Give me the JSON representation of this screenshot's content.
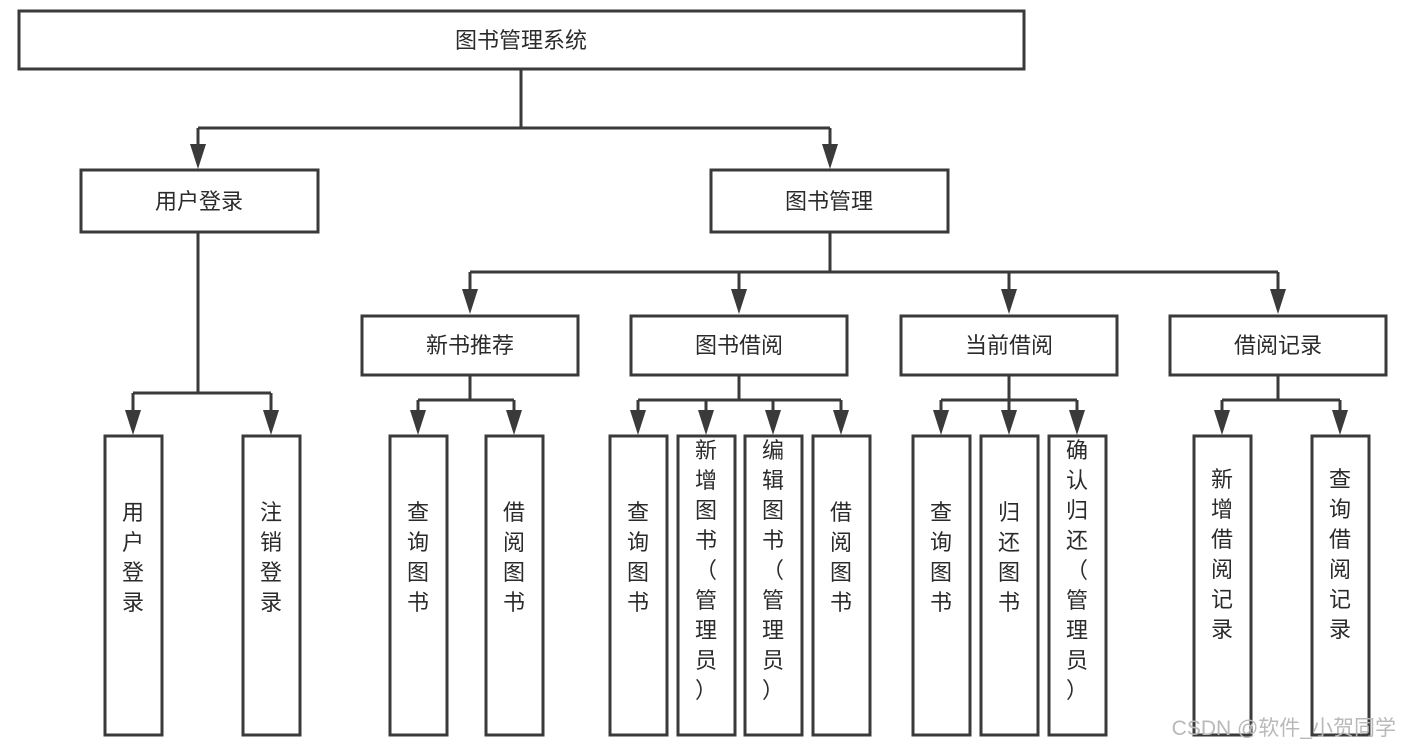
{
  "diagram": {
    "title": "图书管理系统",
    "type": "hierarchy-tree",
    "orientation": "top-down",
    "root": {
      "label": "图书管理系统",
      "level": 1
    },
    "level2": [
      {
        "label": "用户登录"
      },
      {
        "label": "图书管理"
      }
    ],
    "level3": [
      {
        "label": "新书推荐"
      },
      {
        "label": "图书借阅"
      },
      {
        "label": "当前借阅"
      },
      {
        "label": "借阅记录"
      }
    ],
    "leaves": {
      "user_login": [
        {
          "label": "用户登录"
        },
        {
          "label": "注销登录"
        }
      ],
      "new_book_recommend": [
        {
          "label": "查询图书"
        },
        {
          "label": "借阅图书"
        }
      ],
      "book_borrow": [
        {
          "label": "查询图书"
        },
        {
          "label": "新增图书（管理员）"
        },
        {
          "label": "编辑图书（管理员）"
        },
        {
          "label": "借阅图书"
        }
      ],
      "current_borrow": [
        {
          "label": "查询图书"
        },
        {
          "label": "归还图书"
        },
        {
          "label": "确认归还（管理员）"
        }
      ],
      "borrow_record": [
        {
          "label": "新增借阅记录"
        },
        {
          "label": "查询借阅记录"
        }
      ]
    }
  },
  "watermark": {
    "text": "CSDN @软件_小贺同学"
  },
  "colors": {
    "box_stroke": "#3a3a3a",
    "box_fill": "#ffffff",
    "text": "#2b2b2b",
    "watermark": "#b9b9b9",
    "background": "#ffffff"
  }
}
